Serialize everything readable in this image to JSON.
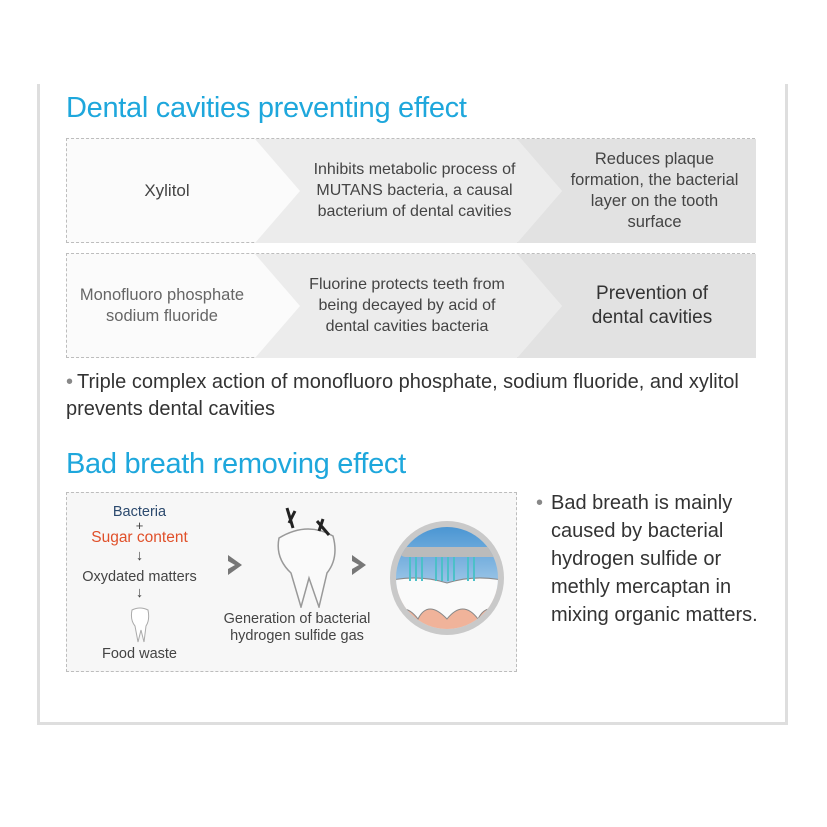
{
  "section1": {
    "title": "Dental cavities preventing effect",
    "rows": [
      {
        "ingredient": "Xylitol",
        "action": "Inhibits metabolic process of MUTANS bacteria, a causal bacterium of dental cavities",
        "result": "Reduces plaque formation, the bacterial layer on the tooth surface"
      },
      {
        "ingredient": "Monofluoro phosphate sodium fluoride",
        "action": "Fluorine protects teeth from being decayed by acid of dental cavities bacteria",
        "result": "Prevention of dental cavities"
      }
    ],
    "note": "Triple complex action of monofluoro phosphate, sodium fluoride, and xylitol prevents dental cavities"
  },
  "section2": {
    "title": "Bad breath removing effect",
    "diagram": {
      "bacteria": "Bacteria",
      "plus": "+",
      "sugar": "Sugar content",
      "oxydated": "Oxydated matters",
      "food_waste": "Food waste",
      "generation": "Generation of bacterial hydrogen sulfide gas"
    },
    "note": "Bad breath is mainly caused by bacterial hydrogen sulfide or methly mercaptan in mixing organic matters."
  },
  "colors": {
    "accent": "#1ea7dc",
    "sugar": "#e0502a",
    "bacteria": "#2c4a6e"
  }
}
